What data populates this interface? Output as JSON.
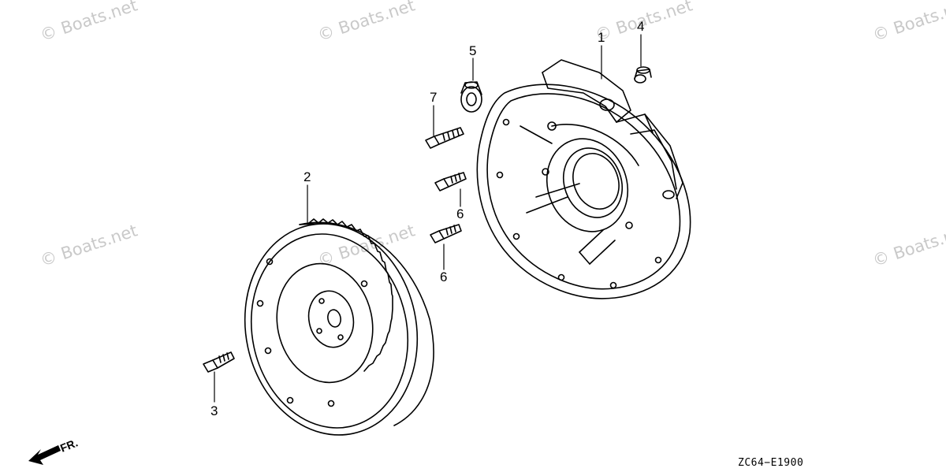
{
  "watermark": "© Boats.net",
  "callouts": {
    "c1": "1",
    "c2": "2",
    "c3": "3",
    "c4": "4",
    "c5": "5",
    "c6a": "6",
    "c6b": "6",
    "c7": "7"
  },
  "direction_label": "FR.",
  "diagram_code": "ZC64−E1900",
  "icons": {
    "direction": "front-direction-arrow-icon"
  }
}
